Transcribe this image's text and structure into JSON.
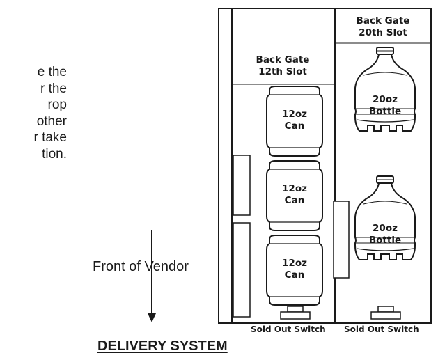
{
  "side_text": {
    "lines": [
      "e the",
      "r the",
      "rop",
      "other",
      "r take",
      "tion."
    ]
  },
  "front_of_vendor": "Front of Vendor",
  "title": "DELIVERY SYSTEM",
  "column_12": {
    "gate_label": [
      "Back Gate",
      "12th Slot"
    ],
    "item_label": [
      "12oz",
      "Can"
    ],
    "item_count": 3,
    "switch_label": "Sold Out Switch"
  },
  "column_20": {
    "gate_label": [
      "Back Gate",
      "20th Slot"
    ],
    "item_label": [
      "20oz",
      "Bottle"
    ],
    "item_count": 2,
    "switch_label": "Sold Out Switch"
  }
}
